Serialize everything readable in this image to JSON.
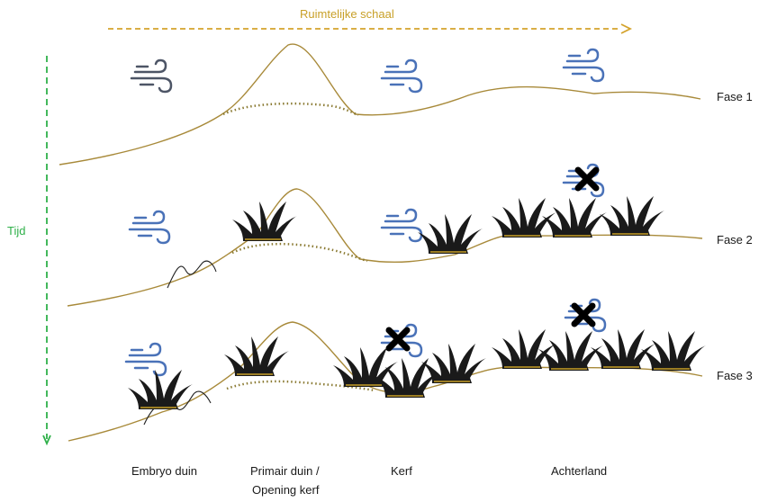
{
  "axes": {
    "spatial_label": "Ruimtelijke schaal",
    "time_label": "Tijd"
  },
  "phases": [
    "Fase 1",
    "Fase 2",
    "Fase 3"
  ],
  "zones": {
    "embryo": "Embryo duin",
    "primary_line1": "Primair duin /",
    "primary_line2": "Opening kerf",
    "kerf": "Kerf",
    "achterland": "Achterland"
  },
  "colors": {
    "ground": "#a88a3a",
    "spatial_arrow": "#d4a32c",
    "time_arrow": "#2fb04a",
    "wind_dark": "#4d5566",
    "wind_blue": "#4a72b8",
    "grass": "#1a1a1a",
    "cross": "#000000"
  }
}
